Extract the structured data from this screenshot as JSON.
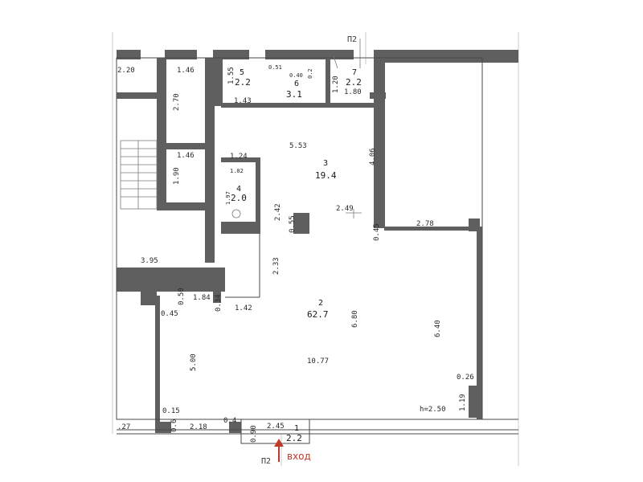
{
  "axes": {
    "top": "П2",
    "bottom": "П2"
  },
  "entrance": {
    "label": "вход",
    "color": "#c0392b"
  },
  "rooms": [
    {
      "num": "1",
      "area": "2.2"
    },
    {
      "num": "2",
      "area": "62.7"
    },
    {
      "num": "3",
      "area": "19.4"
    },
    {
      "num": "4",
      "area": "2.0"
    },
    {
      "num": "5",
      "area": "2.2"
    },
    {
      "num": "6",
      "area": "3.1"
    },
    {
      "num": "7",
      "area": "2.2"
    }
  ],
  "dims": {
    "d220": "2.20",
    "d146a": "1.46",
    "d270": "2.70",
    "d146b": "1.46",
    "d190": "1.90",
    "d395": "3.95",
    "d050": "0.50",
    "d045": "0.45",
    "d184": "1.84",
    "d034": "0.34",
    "d142": "1.42",
    "d500": "5.00",
    "d1077": "10.77",
    "d680": "6.80",
    "d640": "6.40",
    "d026": "0.26",
    "d119": "1.19",
    "h": "h=2.50",
    "d015": "0.15",
    "d06": "0.6",
    "d218": "2.18",
    "d27": ".27",
    "d04": "0.4",
    "d245": "2.45",
    "d090": "0.90",
    "d155": "1.55",
    "d143": "1.43",
    "d051": "0.51",
    "d040": "0.40",
    "d02": "0.2",
    "d120": "1.20",
    "d180": "1.80",
    "d553": "5.53",
    "d406": "4.06",
    "d124": "1.24",
    "d102": "1.02",
    "d197": "1.97",
    "d242": "2.42",
    "d055": "0.55",
    "d249": "2.49",
    "d045b": "0.45",
    "d278": "2.78",
    "d233": "2.33"
  }
}
